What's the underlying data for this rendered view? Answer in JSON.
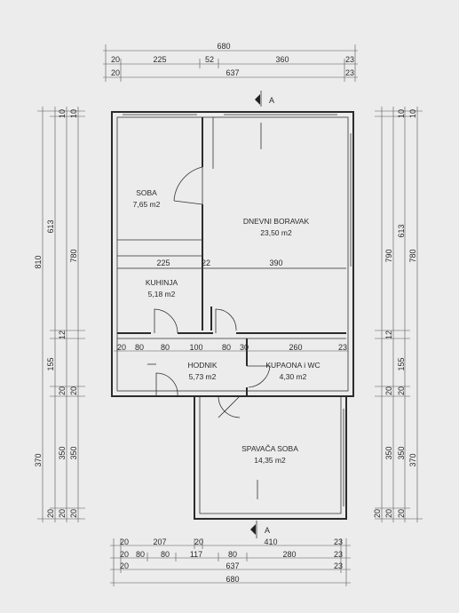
{
  "dims_top": {
    "overall": "680",
    "row1": [
      "20",
      "225",
      "52",
      "360",
      "23"
    ],
    "row2": [
      "20",
      "637",
      "23"
    ]
  },
  "dims_bottom": {
    "row1": [
      "20",
      "207",
      "20",
      "410",
      "23"
    ],
    "row2": [
      "20",
      "80",
      "80",
      "117",
      "80",
      "280",
      "23"
    ],
    "row3": [
      "20",
      "637",
      "23"
    ],
    "overall": "680"
  },
  "dims_left": {
    "outer": [
      "810"
    ],
    "middle": [
      "613",
      "155",
      "370"
    ],
    "inner": [
      "780",
      "12",
      "20",
      "350"
    ],
    "small": [
      "10",
      "10",
      "20",
      "20",
      "20",
      "20"
    ]
  },
  "dims_right": {
    "outer": [
      "613",
      "155",
      "370"
    ],
    "middle": [
      "790",
      "12",
      "20",
      "350"
    ],
    "inner": [
      "780",
      "350"
    ],
    "small": [
      "10",
      "10",
      "20",
      "20",
      "20",
      "20"
    ]
  },
  "interior_dims": {
    "row_a": [
      "225",
      "22",
      "390"
    ],
    "row_b": [
      "20",
      "80",
      "80",
      "100",
      "80",
      "30",
      "260",
      "23"
    ]
  },
  "section_marker": "A",
  "rooms": {
    "soba": {
      "name": "SOBA",
      "area": "7,65 m2"
    },
    "dnevni": {
      "name": "DNEVNI BORAVAK",
      "area": "23,50 m2"
    },
    "kuhinja": {
      "name": "KUHINJA",
      "area": "5,18 m2"
    },
    "hodnik": {
      "name": "HODNIK",
      "area": "5,73 m2"
    },
    "kupaona": {
      "name": "KUPAONA i WC",
      "area": "4,30 m2"
    },
    "spavaca": {
      "name": "SPAVAČA SOBA",
      "area": "14,35 m2"
    }
  }
}
